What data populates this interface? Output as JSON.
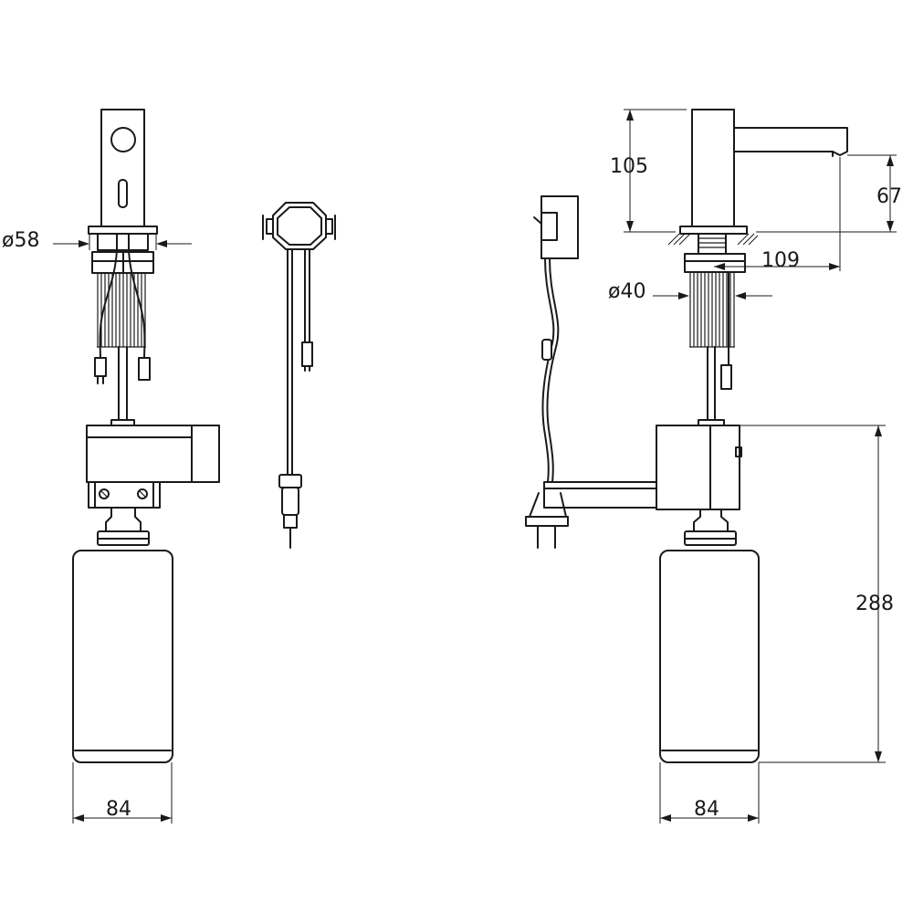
{
  "dimensions": {
    "left_head_diameter": "ø58",
    "right_shank_diameter": "ø40",
    "spout_height": "105",
    "outlet_height": "67",
    "spout_reach": "109",
    "bottle_height": "288",
    "left_bottle_width": "84",
    "right_bottle_width": "84"
  }
}
